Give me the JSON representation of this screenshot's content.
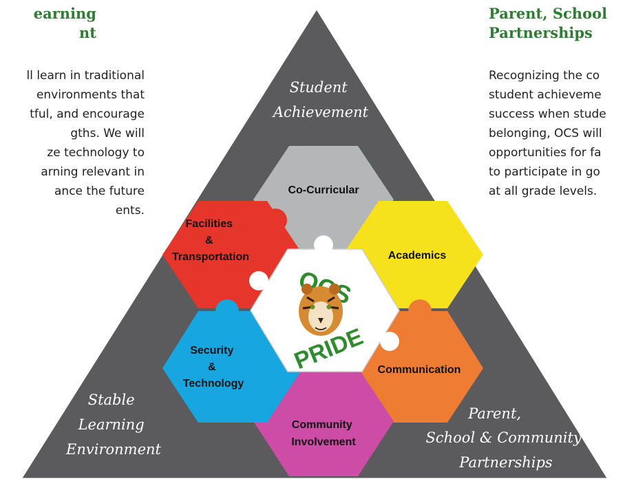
{
  "left_panel": {
    "heading_lines": [
      "earning",
      "nt"
    ],
    "text_lines": [
      "ll learn in traditional",
      "environments that",
      "tful, and encourage",
      "gths.  We will",
      "ze technology to",
      "arning relevant in",
      "ance the future",
      "ents."
    ]
  },
  "right_panel": {
    "heading_lines": [
      "Parent, School",
      "Partnerships"
    ],
    "text_lines": [
      "Recognizing the co",
      "student achieveme",
      "success when stude",
      "belonging, OCS will",
      "opportunities for fa",
      "to participate in go",
      "at all grade levels."
    ]
  },
  "pillars": {
    "top": [
      "Student",
      "Achievement"
    ],
    "bottom_left": [
      "Stable",
      "Learning",
      "Environment"
    ],
    "bottom_right": [
      "Parent,",
      "School & Community",
      "Partnerships"
    ]
  },
  "hexagons": [
    {
      "id": "co-curricular",
      "lines": [
        "Co-Curricular"
      ],
      "color": "#b4b6b8"
    },
    {
      "id": "academics",
      "lines": [
        "Academics"
      ],
      "color": "#f5e11c"
    },
    {
      "id": "communication",
      "lines": [
        "Communication"
      ],
      "color": "#ef7c33"
    },
    {
      "id": "community-involvement",
      "lines": [
        "Community",
        "Involvement"
      ],
      "color": "#cc4ca6"
    },
    {
      "id": "security-technology",
      "lines": [
        "Security",
        "&",
        "Technology"
      ],
      "color": "#17a6df"
    },
    {
      "id": "facilities-transportation",
      "lines": [
        "Facilities",
        "&",
        "Transportation"
      ],
      "color": "#e6352a"
    }
  ],
  "center": {
    "top_text": "OCS",
    "bottom_text": "PRIDE",
    "mascot_icon": "tiger-head-icon"
  },
  "colors": {
    "triangle": "#5b5b5d",
    "heading_green": "#2e7d32"
  }
}
